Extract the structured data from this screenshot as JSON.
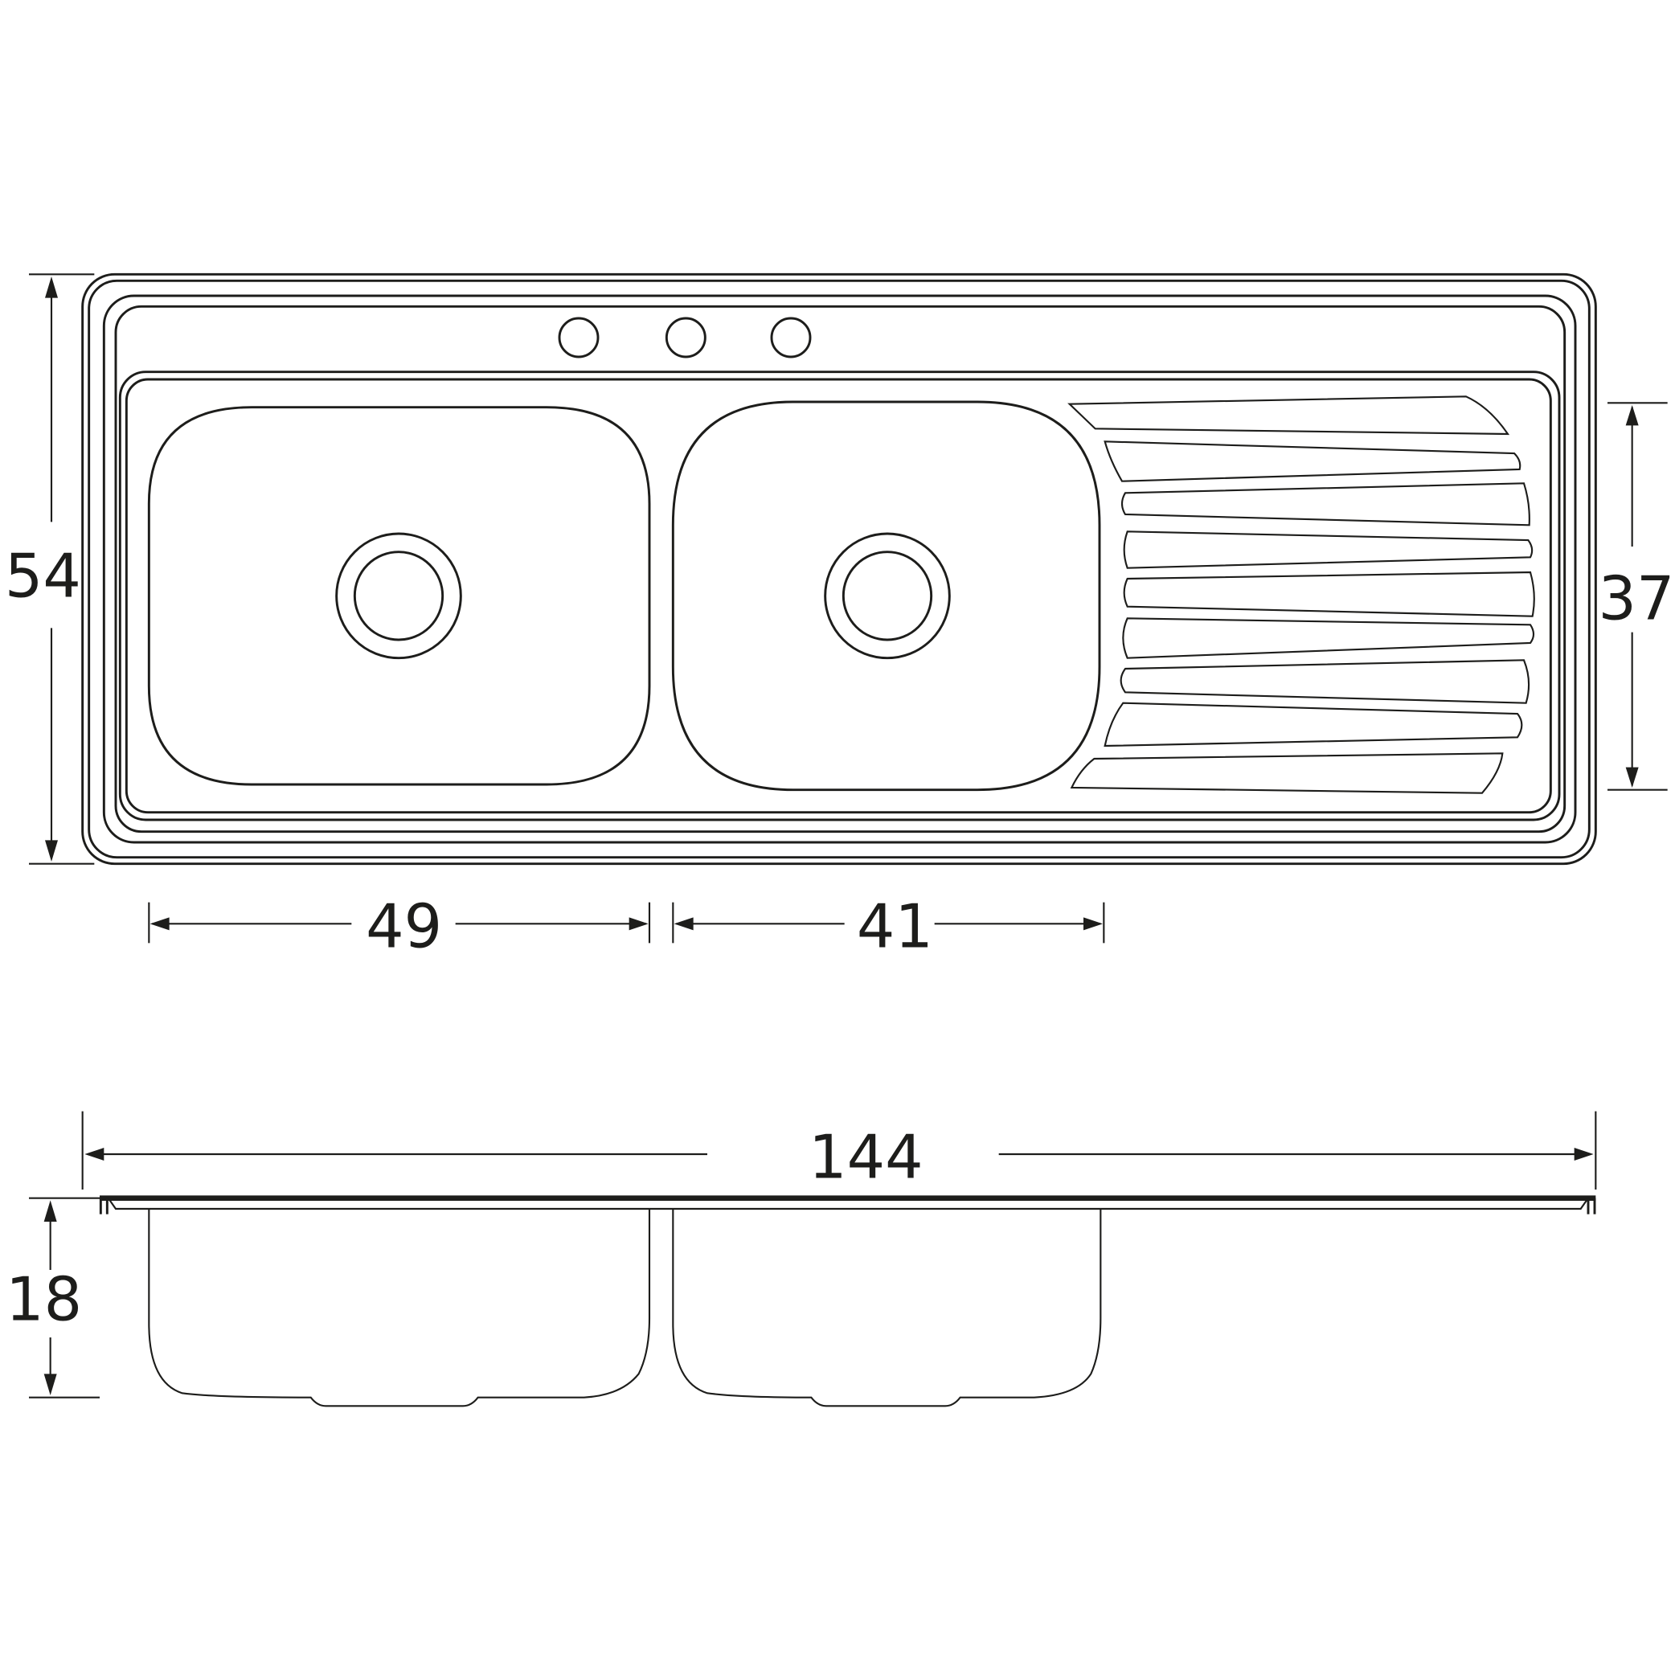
{
  "drawing": {
    "title": "Double bowl sink with drainboard - technical drawing",
    "stroke_color": "#1d1d1b",
    "background": "#ffffff",
    "units_note": "dimensions shown as numbers only",
    "views": [
      "plan-view",
      "front-section-view"
    ]
  },
  "dimensions": {
    "overall_depth": {
      "label": "54",
      "orientation": "vertical",
      "view": "plan-view",
      "side": "left"
    },
    "drainboard_depth": {
      "label": "37",
      "orientation": "vertical",
      "view": "plan-view",
      "side": "right"
    },
    "bowl_left_width": {
      "label": "49",
      "orientation": "horizontal",
      "view": "plan-view",
      "side": "bottom"
    },
    "bowl_right_width": {
      "label": "41",
      "orientation": "horizontal",
      "view": "plan-view",
      "side": "bottom"
    },
    "overall_width": {
      "label": "144",
      "orientation": "horizontal",
      "view": "front-section-view",
      "side": "top"
    },
    "bowl_height": {
      "label": "18",
      "orientation": "vertical",
      "view": "front-section-view",
      "side": "left"
    }
  },
  "plan_view": {
    "faucet_holes": 3,
    "bowls": [
      {
        "name": "left-bowl",
        "drain": "drain-with-ring"
      },
      {
        "name": "right-bowl",
        "drain": "drain-with-ring"
      }
    ],
    "drainboard_ribs": 9
  },
  "section_view": {
    "bowls": 2
  }
}
